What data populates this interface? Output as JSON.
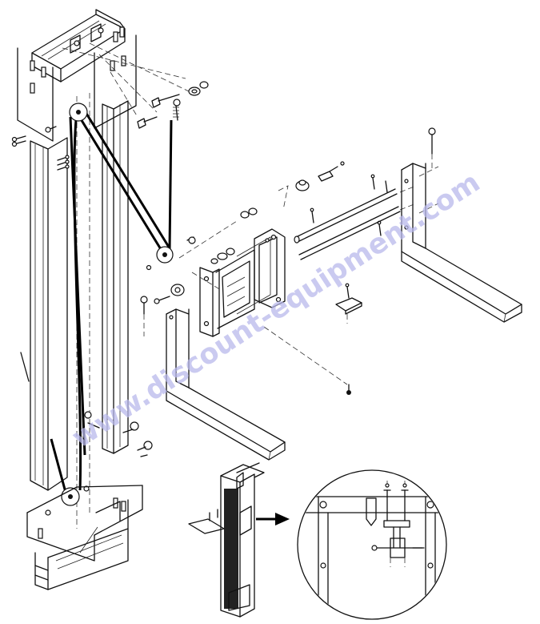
{
  "watermark": {
    "text": "www.discount-equipment.com",
    "color": "#b9b9ec"
  },
  "diagram": {
    "type": "exploded-assembly",
    "parts": [
      "mast-column",
      "top-cross-member",
      "lift-chain",
      "upper-sheave",
      "lower-sheave",
      "fork-carriage",
      "left-fork",
      "right-fork",
      "carriage-shaft",
      "retaining-pins",
      "bolts-and-nuts",
      "mounting-bracket",
      "base-assembly"
    ],
    "inset": {
      "overview": "complete-unit-thumbnail",
      "detail": "circular-zoom-of-top-mount"
    }
  }
}
